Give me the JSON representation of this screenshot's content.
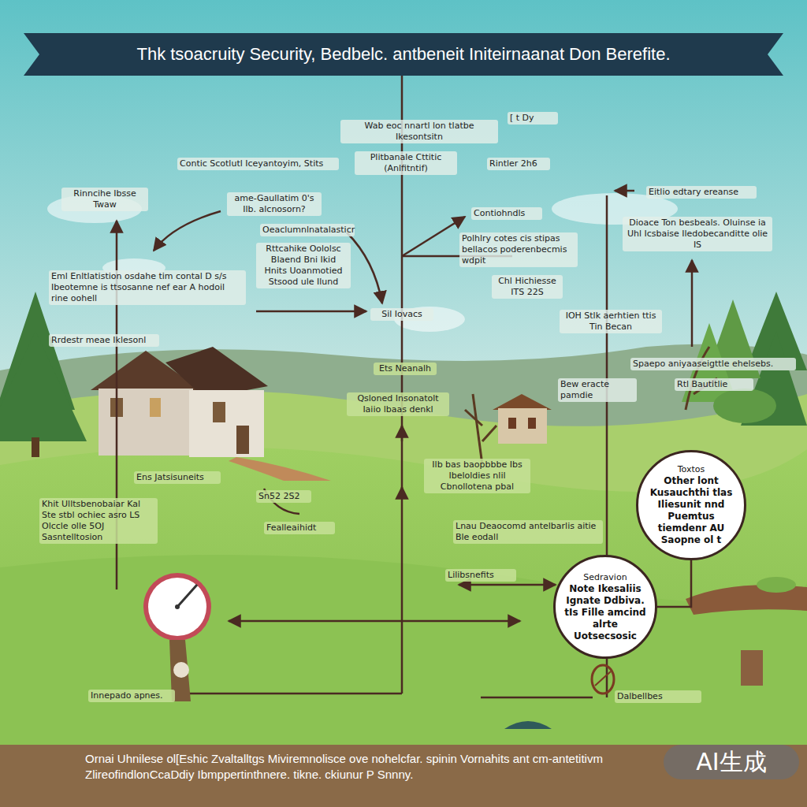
{
  "diagram": {
    "title": "Thk tsoacruity Security, Bedbelc. antbeneit Initeirnaanat Don Berefite.",
    "caption": "Ornai Uhnilese ol[Eshic Zvaltalltgs Miviremnolisce ove nohelcfar. spinin Vornahits ant cm-antetitivm ZlireofindlonCcaDdiy Ibmppertinthnere. tikne. ckiunur P Snnny.",
    "nodes": [
      {
        "text": [
          "Toxtos",
          "Other lont Kusauchthi tlas Iliesunit nnd Puemtus tiemdenr AU Saopne ol t"
        ]
      },
      {
        "text": [
          "Sedravion",
          "Note Ikesaliis Ignate Ddbiva. tIs Fille amcind alrte Uotsecsosic"
        ]
      }
    ],
    "edges": [
      {
        "from": 1,
        "to": 0,
        "arrow": "none"
      }
    ],
    "labels": [
      "Wab eoc nnartl lon tlatbe Ikesontsitn",
      "Plitbanale Cttitic (Anlfitntif)",
      "[ t Dy",
      "Rintler 2h6",
      "Contic Scotlutl Iceyantoyim, Stits",
      "Rinncihe Ibsse Twaw",
      "ame-Gaullatim 0's Ilb. alcnosorn?",
      "Eitlio edtary ereanse",
      "Oeaclumnlnatalasticr",
      "Contiohndls",
      "Polhlry cotes cis stipas bellacos poderenbecmis wdpit",
      "Rttcahike Oololsc Blaend Bni Ikid Hnits Uoanmotied Stsood ule Ilund",
      "Dioace Ton besbeals. Oluinse ia Uhl Icsbaise Iledobecanditte olie IS",
      "Eml Enltlatistion osdahe tim contal D s/s Ibeotemne is ttsosanne nef ear A hodoil rine oohell",
      "Rrdestr meae Iklesonl",
      "Sil Iovacs",
      "Chl Hichiesse ITS 22S",
      "IOH Stlk aerhtien ttis Tin Becan",
      "Spaepo aniyaaseigttle ehelsebs.",
      "Bew eracte pamdie",
      "Rtl Bautitlie",
      "Ets Neanalh",
      "Qsloned Insonatolt Iaiio lbaas denkl",
      "Ilb bas baopbbbe Ibs Ibeloldies nlil Cbnollotena pbal",
      "Ens Jatsisuneits",
      "Khit Ulltsbenobaiar Kal Ste stbl ochiec asro LS Olccle olle 5OJ Sasntelltosion",
      "Sn52 2S2",
      "Fealleaihidt",
      "Lnau Deaocomd antelbarlis aitie Ble eodall",
      "Lilibsnefits",
      "Innepado apnes.",
      "Dalbellbes",
      "AI生成"
    ]
  }
}
